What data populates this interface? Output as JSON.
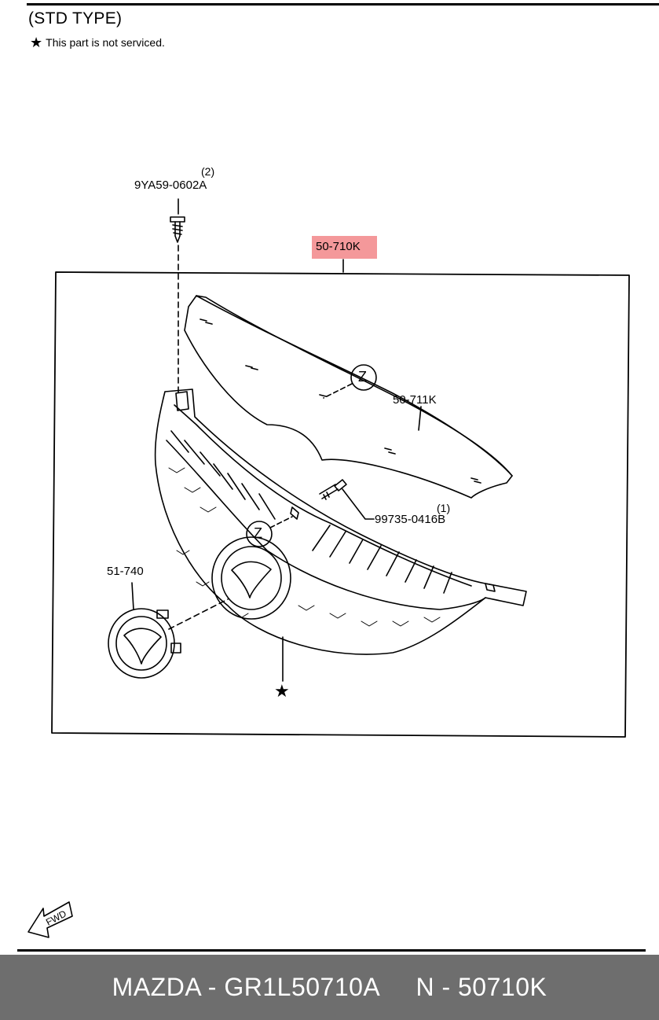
{
  "header": {
    "section_title": "(STD TYPE)",
    "note_symbol": "★",
    "note_text": "This part is not serviced."
  },
  "callouts": {
    "bolt_part": "9YA59-0602A",
    "bolt_qty": "(2)",
    "grille_assembly": "50-710K",
    "upper_molding": "50-711K",
    "screw_part": "99735-0416B",
    "screw_qty": "(1)",
    "emblem": "51-740",
    "view_ref_1": "Z",
    "view_ref_2": "Z",
    "star_mark": "★"
  },
  "direction_marker": "FWD",
  "footer": {
    "text": "MAZDA - GR1L50710A     N - 50710K"
  },
  "colors": {
    "highlight": "#f4989a",
    "footer_bg": "#6e6e6e",
    "footer_text": "#ffffff"
  }
}
